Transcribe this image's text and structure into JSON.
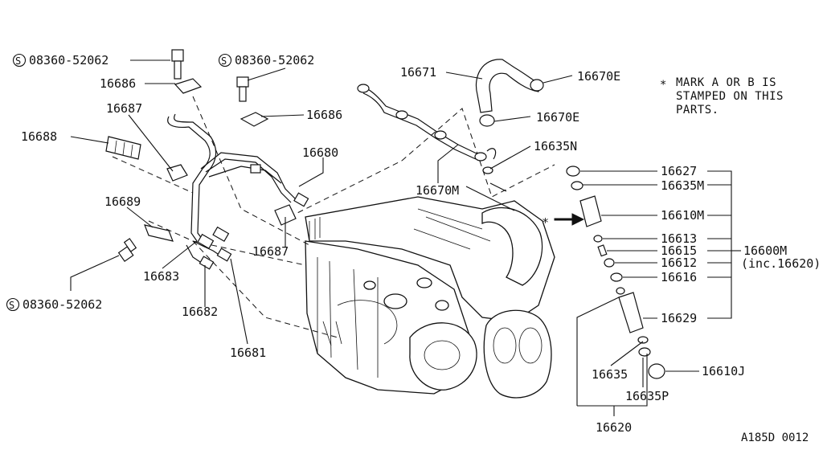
{
  "diagram": {
    "drawing_id": "A185D 0012",
    "note": {
      "symbol": "∗",
      "lines": [
        "MARK A OR B IS",
        "STAMPED ON THIS",
        "PARTS."
      ]
    },
    "arrow_mark": "∗",
    "bolt_labels": {
      "top_left": "08360-52062",
      "top_center": "08360-52062",
      "bottom_left": "08360-52062",
      "prefix": "S"
    },
    "part_labels": {
      "p16686_a": "16686",
      "p16687_a": "16687",
      "p16688": "16688",
      "p16686_b": "16686",
      "p16680": "16680",
      "p16689": "16689",
      "p16687_b": "16687",
      "p16683": "16683",
      "p16682": "16682",
      "p16681": "16681",
      "p16671": "16671",
      "p16670E_a": "16670E",
      "p16670E_b": "16670E",
      "p16635N": "16635N",
      "p16670M": "16670M",
      "p16627": "16627",
      "p16635M": "16635M",
      "p16610M": "16610M",
      "p16613": "16613",
      "p16615": "16615",
      "p16612": "16612",
      "p16616": "16616",
      "p16629": "16629",
      "p16600M": "16600M",
      "p16600M_inc": "(inc.16620)",
      "p16635": "16635",
      "p16635P": "16635P",
      "p16610J": "16610J",
      "p16620": "16620"
    }
  }
}
